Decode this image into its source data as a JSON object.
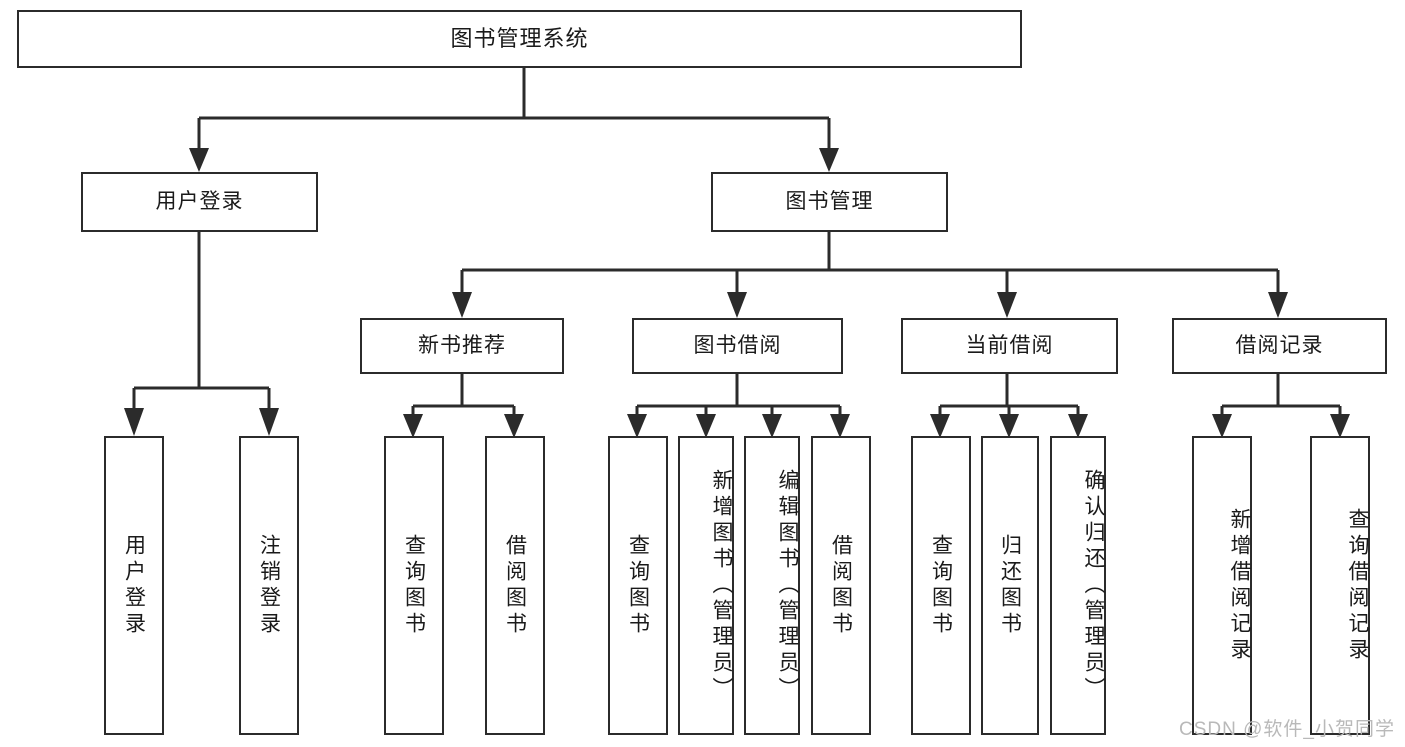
{
  "diagram": {
    "type": "tree",
    "title": "图书管理系统",
    "watermark": "CSDN @软件_小贺同学",
    "colors": {
      "box_border": "#2b2b2b",
      "box_fill": "#ffffff",
      "line": "#2b2b2b",
      "text": "#1a1a1a",
      "watermark": "#b9b9b9"
    },
    "nodes": {
      "root": "图书管理系统",
      "level1": [
        "用户登录",
        "图书管理"
      ],
      "level2": [
        "新书推荐",
        "图书借阅",
        "当前借阅",
        "借阅记录"
      ],
      "leaves": {
        "user_login": [
          "用户登录",
          "注销登录"
        ],
        "new_book": [
          "查询图书",
          "借阅图书"
        ],
        "book_borrow": [
          "查询图书",
          "新增图书（管理员）",
          "编辑图书（管理员）",
          "借阅图书"
        ],
        "current_borrow": [
          "查询图书",
          "归还图书",
          "确认归还（管理员）"
        ],
        "borrow_record": [
          "新增借阅记录",
          "查询借阅记录"
        ]
      }
    }
  }
}
